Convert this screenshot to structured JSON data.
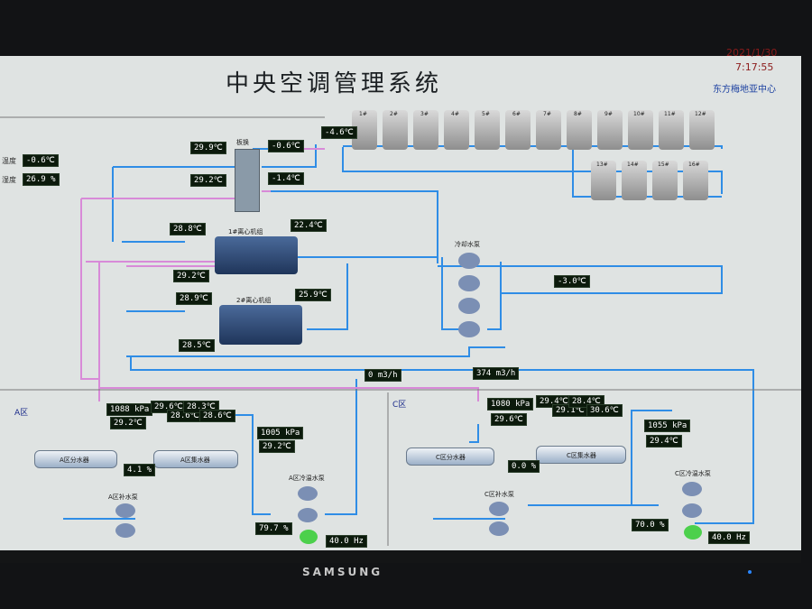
{
  "header": {
    "title": "中央空调管理系统",
    "date": "2021/1/30",
    "time": "7:17:55",
    "org": "东方梅地亚中心"
  },
  "left_panel": {
    "outdoor_temp_label": "温度",
    "outdoor_temp": "-0.6℃",
    "humidity_label": "湿度",
    "humidity": "26.9 %"
  },
  "towers": {
    "row1": [
      "1#",
      "2#",
      "3#",
      "4#",
      "5#",
      "6#",
      "7#",
      "8#",
      "9#",
      "10#",
      "11#",
      "12#"
    ],
    "row2": [
      "13#",
      "14#",
      "15#",
      "16#"
    ]
  },
  "chillers": {
    "chiller1_label": "1#离心机组",
    "chiller2_label": "2#离心机组",
    "manifold_label": "板换"
  },
  "readouts": {
    "top_a": "29.9℃",
    "top_b": "-0.6℃",
    "top_c": "-4.6℃",
    "mid_a": "29.2℃",
    "mid_b": "-1.4℃",
    "ch1_in": "28.8℃",
    "ch1_out": "22.4℃",
    "ch1_return": "29.2℃",
    "ch2_in": "28.9℃",
    "ch2_out": "25.9℃",
    "ch2_return": "28.5℃",
    "pump_temp": "-3.0℃",
    "flow_a": "0 m3/h",
    "flow_c": "374 m3/h",
    "a_pressure": "1088 kPa",
    "a_temp": "29.2℃",
    "a_pressure2": "1005 kPa",
    "a_temp2": "29.2℃",
    "a_split1": "29.6℃",
    "a_split2": "28.6℃",
    "a_split3": "28.3℃",
    "a_split4": "28.6℃",
    "a_percent1": "4.1 %",
    "a_percent2": "79.7 %",
    "a_freq": "40.0 Hz",
    "c_pressure": "1080 kPa",
    "c_temp": "29.6℃",
    "c_pressure2": "1055 kPa",
    "c_temp2": "29.4℃",
    "c_split1": "29.4℃",
    "c_split2": "29.1℃",
    "c_split3": "28.4℃",
    "c_split4": "30.6℃",
    "c_percent1": "0.0 %",
    "c_percent2": "70.0 %",
    "c_freq": "40.0 Hz"
  },
  "zones": {
    "a": "A区",
    "c": "C区"
  },
  "equipment": {
    "cool_pumps": "冷却水泵",
    "a_split": "A区分水器",
    "a_collect": "A区集水器",
    "a_makeup": "A区补水泵",
    "a_hot": "A区冷温水泵",
    "c_split": "C区分水器",
    "c_collect": "C区集水器",
    "c_makeup": "C区补水泵",
    "c_hot": "C区冷温水泵"
  },
  "monitor": {
    "brand": "SAMSUNG"
  },
  "colors": {
    "pipe_blue": "#2f8de6",
    "pipe_pink": "#d88ad8",
    "background": "#dfe3e2"
  }
}
